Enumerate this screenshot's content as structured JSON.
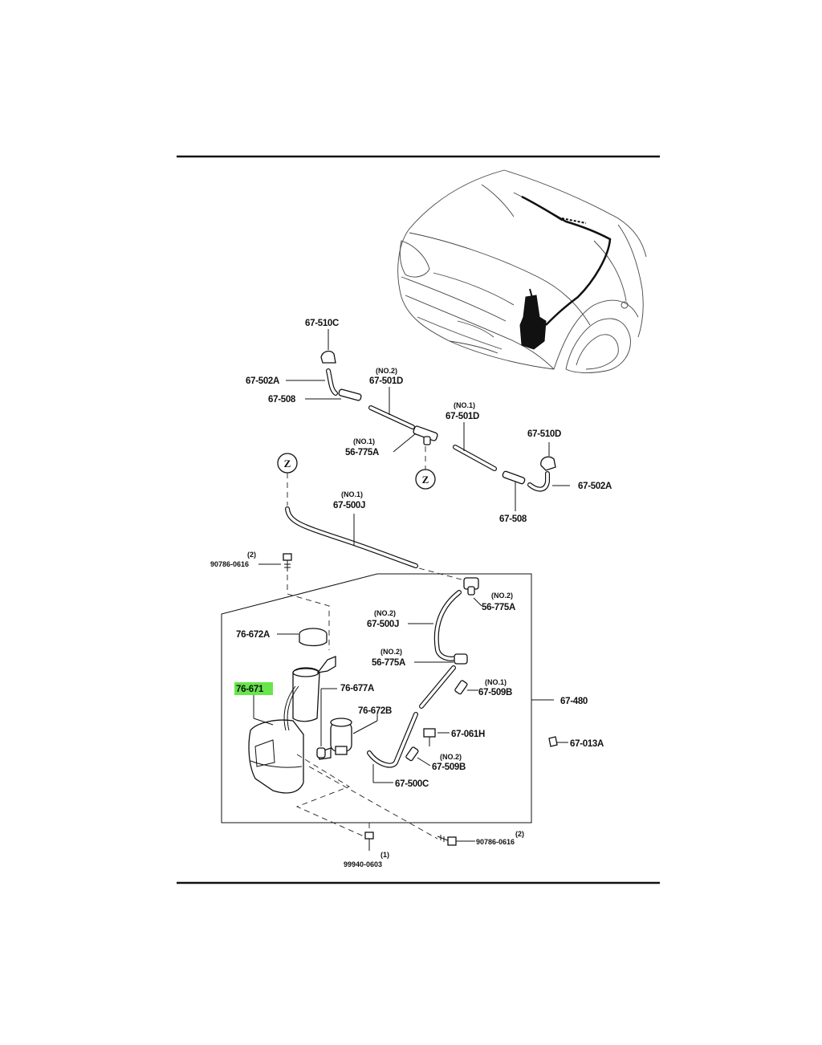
{
  "diagram": {
    "highlight_color": "#66e64a",
    "labels": {
      "p67_510C": "67-510C",
      "p67_502A_top": "67-502A",
      "p67_508_top": "67-508",
      "no2_501D": "(NO.2)",
      "p67_501D_a": "67-501D",
      "no1_501D": "(NO.1)",
      "p67_501D_b": "67-501D",
      "no1_775A": "(NO.1)",
      "p56_775A_a": "56-775A",
      "p67_510D": "67-510D",
      "p67_502A_right": "67-502A",
      "p67_508_bottom": "67-508",
      "no1_500J": "(NO.1)",
      "p67_500J_a": "67-500J",
      "qty_90786_a": "(2)",
      "p90786_a": "90786-0616",
      "no2_775A_b": "(NO.2)",
      "p56_775A_b": "56-775A",
      "no2_500J": "(NO.2)",
      "p67_500J_b": "67-500J",
      "p76_672A": "76-672A",
      "no2_775A_c": "(NO.2)",
      "p56_775A_c": "56-775A",
      "p76_671": "76-671",
      "p76_677A": "76-677A",
      "no1_509B": "(NO.1)",
      "p67_509B_a": "67-509B",
      "p67_480": "67-480",
      "p76_672B": "76-672B",
      "p67_061H": "67-061H",
      "p67_013A": "67-013A",
      "no2_509B": "(NO.2)",
      "p67_509B_b": "67-509B",
      "p67_500C": "67-500C",
      "qty_90786_b": "(2)",
      "p90786_b": "90786-0616",
      "qty_99940": "(1)",
      "p99940": "99940-0603",
      "z_marker": "Z"
    }
  }
}
